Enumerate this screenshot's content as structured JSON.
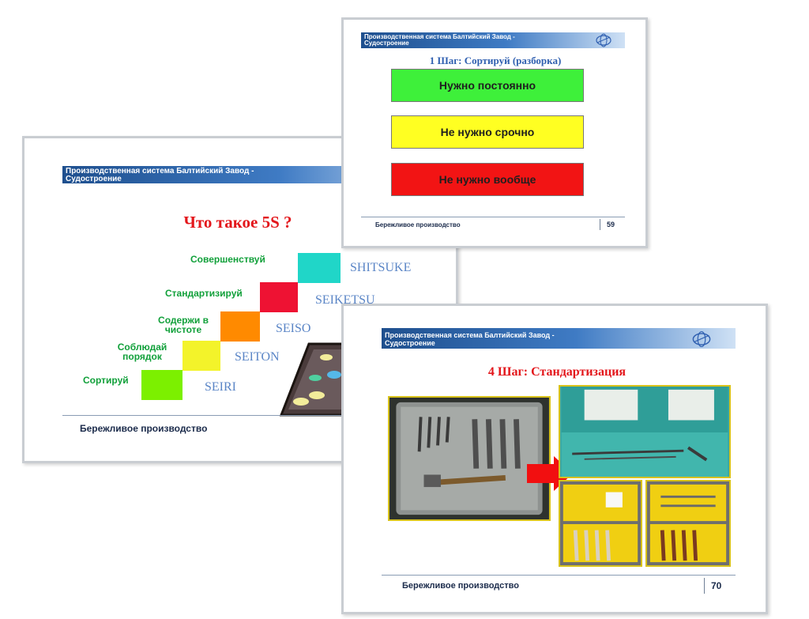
{
  "slide_5s": {
    "header_line1": "Производственная система Балтийский Завод -",
    "header_line2": "Судостроение",
    "title": "Что такое 5S ?",
    "steps": [
      {
        "ru": "Сортируй",
        "jp": "SEIRI",
        "color": "#7cf000"
      },
      {
        "ru": "Соблюдай порядок",
        "jp": "SEITON",
        "color": "#f3f32a"
      },
      {
        "ru": "Содержи в чистоте",
        "jp": "SEISO",
        "color": "#ff8a00"
      },
      {
        "ru": "Стандартизируй",
        "jp": "SEIKETSU",
        "color": "#ee1233"
      },
      {
        "ru": "Совершенствуй",
        "jp": "SHITSUKE",
        "color": "#20d6c8"
      }
    ],
    "footer": "Бережливое производство"
  },
  "slide_59": {
    "header_line1": "Производственная система Балтийский Завод -",
    "header_line2": "Судостроение",
    "title": "1 Шаг: Сортируй (разборка)",
    "categories": [
      {
        "label": "Нужно постоянно",
        "color": "#3ef03a"
      },
      {
        "label": "Не нужно срочно",
        "color": "#ffff22"
      },
      {
        "label": "Не нужно вообще",
        "color": "#f21414"
      }
    ],
    "footer": "Бережливое производство",
    "page": "59"
  },
  "slide_70": {
    "header_line1": "Производственная система Балтийский Завод -",
    "header_line2": "Судостроение",
    "title": "4 Шаг: Стандартизация",
    "footer": "Бережливое производство",
    "page": "70"
  },
  "colors": {
    "title_red": "#e3161b",
    "title_blue": "#2f5fb0",
    "arrow_red": "#f20f10"
  }
}
